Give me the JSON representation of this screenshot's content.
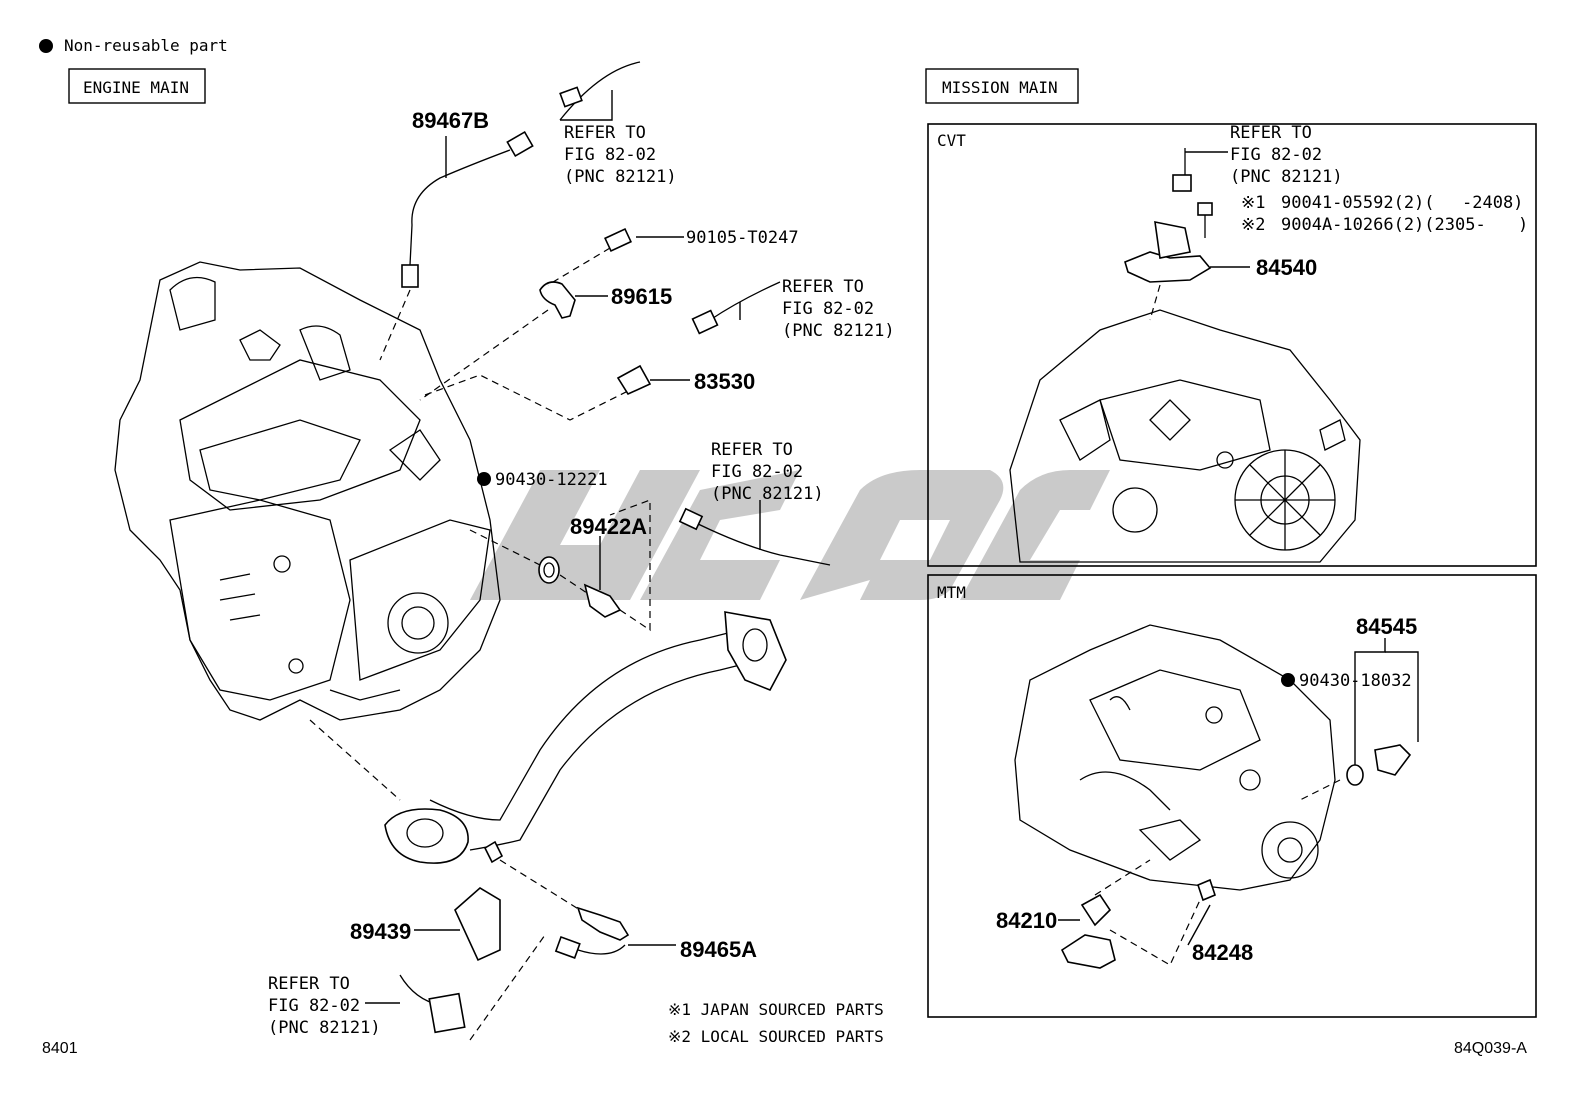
{
  "legend": {
    "text": "Non-reusable part"
  },
  "boxes": {
    "engine_main": "ENGINE MAIN",
    "mission_main": "MISSION MAIN",
    "cvt": "CVT",
    "mtm": "MTM"
  },
  "parts": {
    "p89467B": "89467B",
    "p90105": "90105-T0247",
    "p89615": "89615",
    "p83530": "83530",
    "p90430_12221": "90430-12221",
    "p89422A": "89422A",
    "p89439": "89439",
    "p89465A": "89465A",
    "p84540": "84540",
    "p84545": "84545",
    "p90430_18032": "90430-18032",
    "p84210": "84210",
    "p84248": "84248"
  },
  "refer": {
    "line1": "REFER TO",
    "line2": "FIG 82-02",
    "line3": "(PNC 82121)"
  },
  "bolts": {
    "b1_mark": "※1",
    "b1_text": "90041-05592(2)(",
    "b1_range": "-2408)",
    "b2_mark": "※2",
    "b2_text": "9004A-10266(2)(2305-",
    "b2_close": ")"
  },
  "notes": {
    "n1": "※1 JAPAN SOURCED PARTS",
    "n2": "※2 LOCAL SOURCED PARTS"
  },
  "footer": {
    "left": "8401",
    "right": "84Q039-A"
  }
}
